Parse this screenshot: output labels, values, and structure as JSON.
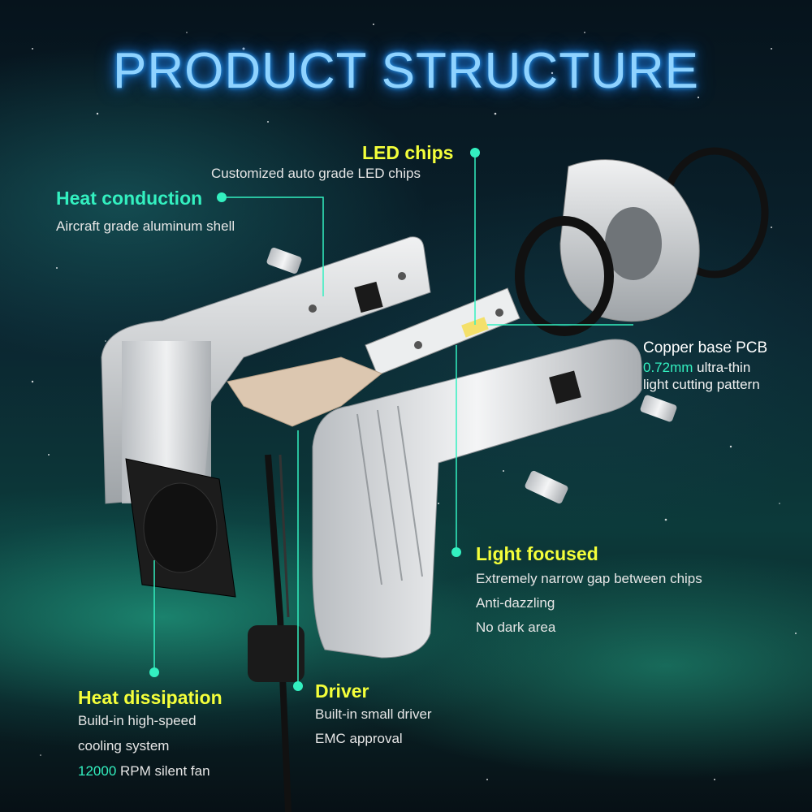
{
  "title": "PRODUCT STRUCTURE",
  "colors": {
    "cyan": "#33f0c0",
    "yellow": "#f4ff3a",
    "title": "#8fd3ff"
  },
  "led_chips": {
    "heading": "LED chips",
    "desc": "Customized auto grade LED chips"
  },
  "heat_conduction": {
    "heading": "Heat conduction",
    "desc": "Aircraft grade aluminum shell"
  },
  "copper_pcb": {
    "heading": "Copper base PCB",
    "value": "0.72mm",
    "desc_suffix": " ultra-thin",
    "line2": "light cutting pattern"
  },
  "light_focused": {
    "heading": "Light focused",
    "lines": [
      "Extremely narrow gap between chips",
      "Anti-dazzling",
      "No dark area"
    ]
  },
  "heat_dissipation": {
    "heading": "Heat dissipation",
    "line1": "Build-in high-speed",
    "line2": "cooling system",
    "rpm": "12000",
    "rpm_suffix": " RPM silent fan"
  },
  "driver": {
    "heading": "Driver",
    "lines": [
      "Built-in small driver",
      "EMC approval"
    ]
  }
}
